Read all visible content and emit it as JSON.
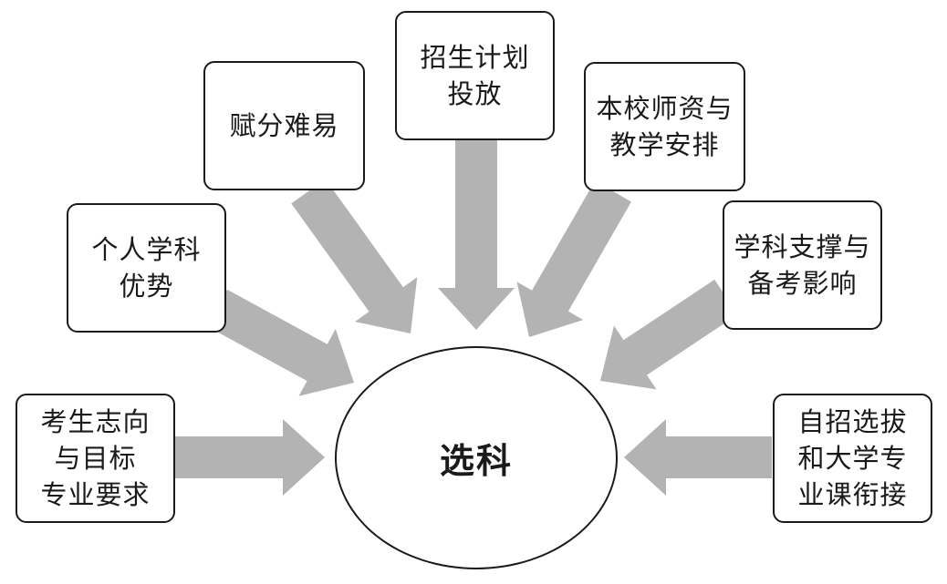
{
  "diagram": {
    "center": "选科",
    "factors": [
      {
        "id": "career-goal",
        "text": "考生志向\n与目标\n专业要求"
      },
      {
        "id": "subject-strength",
        "text": "个人学科\n优势"
      },
      {
        "id": "score-difficulty",
        "text": "赋分难易"
      },
      {
        "id": "enrollment-plan",
        "text": "招生计划\n投放"
      },
      {
        "id": "school-resources",
        "text": "本校师资与\n教学安排"
      },
      {
        "id": "subject-support",
        "text": "学科支撑与\n备考影响"
      },
      {
        "id": "independent-admission",
        "text": "自招选拔\n和大学专\n业课衔接"
      }
    ],
    "arrow_color": "#b3b3b3",
    "border_color": "#1a1a1a"
  }
}
